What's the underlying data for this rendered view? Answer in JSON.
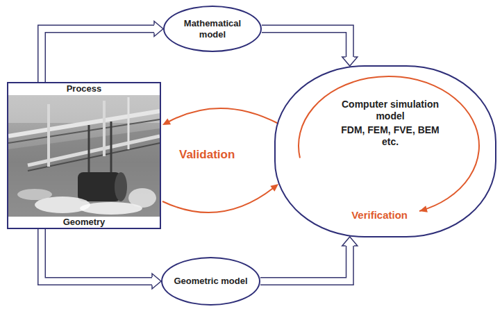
{
  "diagram": {
    "nodes": [
      {
        "text": [
          "Mathematical model"
        ]
      },
      {
        "text": [
          "Process",
          "Geometry"
        ]
      },
      {
        "text": [
          "Computer simulation model",
          "FDM, FEM, FVE, BEM etc.",
          "Verification"
        ]
      },
      {
        "text": [
          "Geometric model"
        ]
      }
    ],
    "edges": [
      {
        "from": 1,
        "to": 0,
        "arrow": "to"
      },
      {
        "from": 0,
        "to": 2,
        "arrow": "to"
      },
      {
        "from": 2,
        "to": 1,
        "arrow": "to"
      },
      {
        "from": 1,
        "to": 2,
        "arrow": "to"
      },
      {
        "from": 1,
        "to": 3,
        "arrow": "to"
      },
      {
        "from": 3,
        "to": 2,
        "arrow": "to"
      }
    ],
    "labels": [
      "Validation"
    ]
  }
}
